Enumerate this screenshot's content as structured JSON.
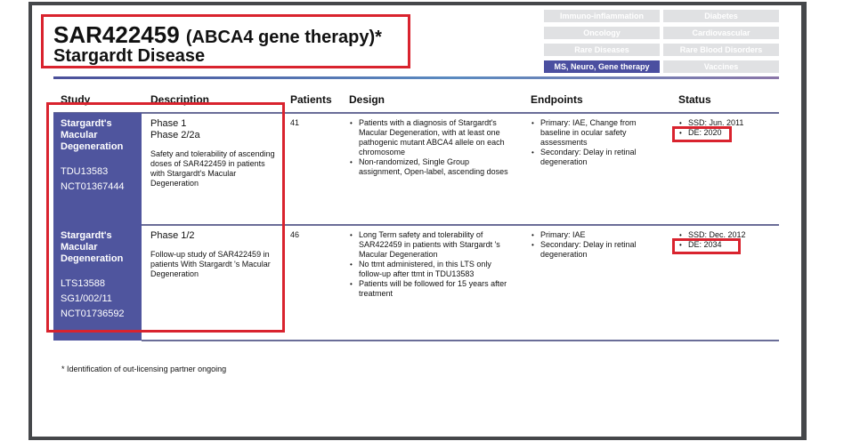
{
  "title": {
    "code": "SAR422459",
    "subtitle": "(ABCA4 gene therapy)*",
    "disease": "Stargardt Disease"
  },
  "nav": [
    "Immuno-inflammation",
    "Diabetes",
    "Oncology",
    "Cardiovascular",
    "Rare Diseases",
    "Rare Blood Disorders",
    "MS, Neuro, Gene therapy",
    "Vaccines"
  ],
  "nav_active": "MS, Neuro, Gene therapy",
  "headers": {
    "study": "Study",
    "description": "Description",
    "patients": "Patients",
    "design": "Design",
    "endpoints": "Endpoints",
    "status": "Status"
  },
  "rows": [
    {
      "study": "Stargardt's Macular Degeneration",
      "ids": [
        "TDU13583",
        "NCT01367444"
      ],
      "phases": [
        "Phase 1",
        "Phase 2/2a"
      ],
      "description": "Safety and tolerability of ascending doses of SAR422459 in patients with Stargardt's Macular Degeneration",
      "patients": "41",
      "design": [
        "Patients with a diagnosis of Stargardt's Macular Degeneration, with at least one pathogenic mutant ABCA4 allele on each chromosome",
        "Non-randomized, Single Group assignment, Open-label, ascending doses"
      ],
      "endpoints": [
        "Primary: IAE, Change from baseline in ocular safety assessments",
        "Secondary: Delay in retinal degeneration"
      ],
      "status": [
        "SSD: Jun. 2011",
        "DE: 2020"
      ]
    },
    {
      "study": "Stargardt's Macular Degeneration",
      "ids": [
        "LTS13588",
        "SG1/002/11",
        "NCT01736592"
      ],
      "phases": [
        "Phase 1/2"
      ],
      "description": "Follow-up study of SAR422459 in patients With Stargardt 's Macular Degeneration",
      "patients": "46",
      "design": [
        "Long Term safety and tolerability of SAR422459 in patients with Stargardt 's Macular Degeneration",
        "No ttmt administered, in this LTS only follow-up after ttmt in TDU13583",
        "Patients will be followed for 15 years after treatment"
      ],
      "endpoints": [
        "Primary: IAE",
        "Secondary: Delay in retinal degeneration"
      ],
      "status": [
        "SSD: Dec. 2012",
        "DE: 2034"
      ]
    }
  ],
  "footnote": "* Identification of out-licensing partner ongoing"
}
